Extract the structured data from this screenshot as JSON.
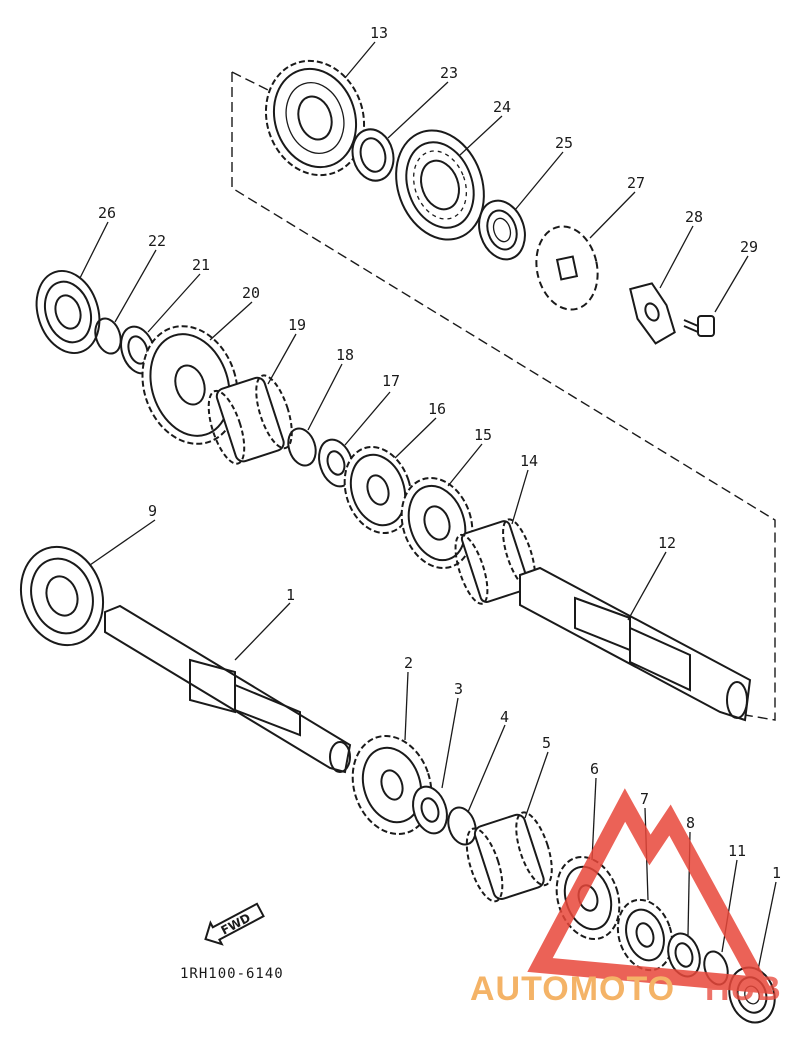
{
  "diagram": {
    "drawing_code": "1RH100-6140",
    "direction_arrow": "FWD",
    "watermark": {
      "word_1": "AUTOMOTO",
      "word_2": "HUB",
      "color_primary": "#e8473a",
      "color_secondary": "#f3a64d"
    },
    "part_labels": [
      "13",
      "23",
      "24",
      "25",
      "27",
      "28",
      "29",
      "26",
      "22",
      "21",
      "20",
      "19",
      "18",
      "17",
      "16",
      "15",
      "14",
      "12",
      "9",
      "1",
      "2",
      "3",
      "4",
      "5",
      "6",
      "7",
      "8",
      "11",
      "1"
    ]
  }
}
